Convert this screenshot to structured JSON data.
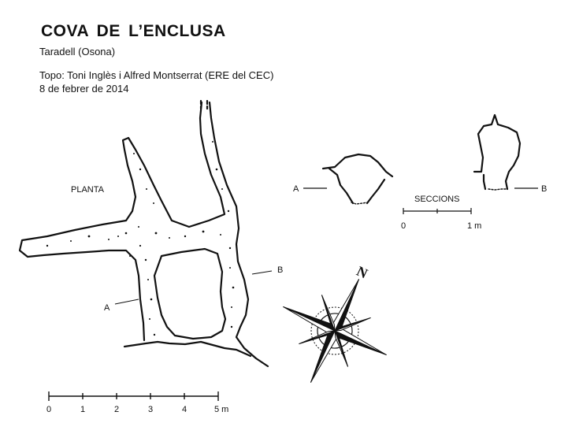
{
  "header": {
    "title": "COVA  DE  L’ENCLUSA",
    "location": "Taradell (Osona)",
    "survey": "Topo: Toni Inglès i Alfred Montserrat (ERE del CEC)",
    "date": "8 de febrer de 2014"
  },
  "plan": {
    "label": "PLANTA",
    "section_a": "A",
    "section_b": "B"
  },
  "sections": {
    "label": "SECCIONS",
    "label_a": "A",
    "label_b": "B",
    "scale_ticks": [
      "0",
      "1 m"
    ]
  },
  "scale_bar": {
    "ticks": [
      "0",
      "1",
      "2",
      "3",
      "4",
      "5 m"
    ]
  },
  "compass": {
    "north_label": "N"
  },
  "colors": {
    "ink": "#111111",
    "background": "#ffffff"
  }
}
